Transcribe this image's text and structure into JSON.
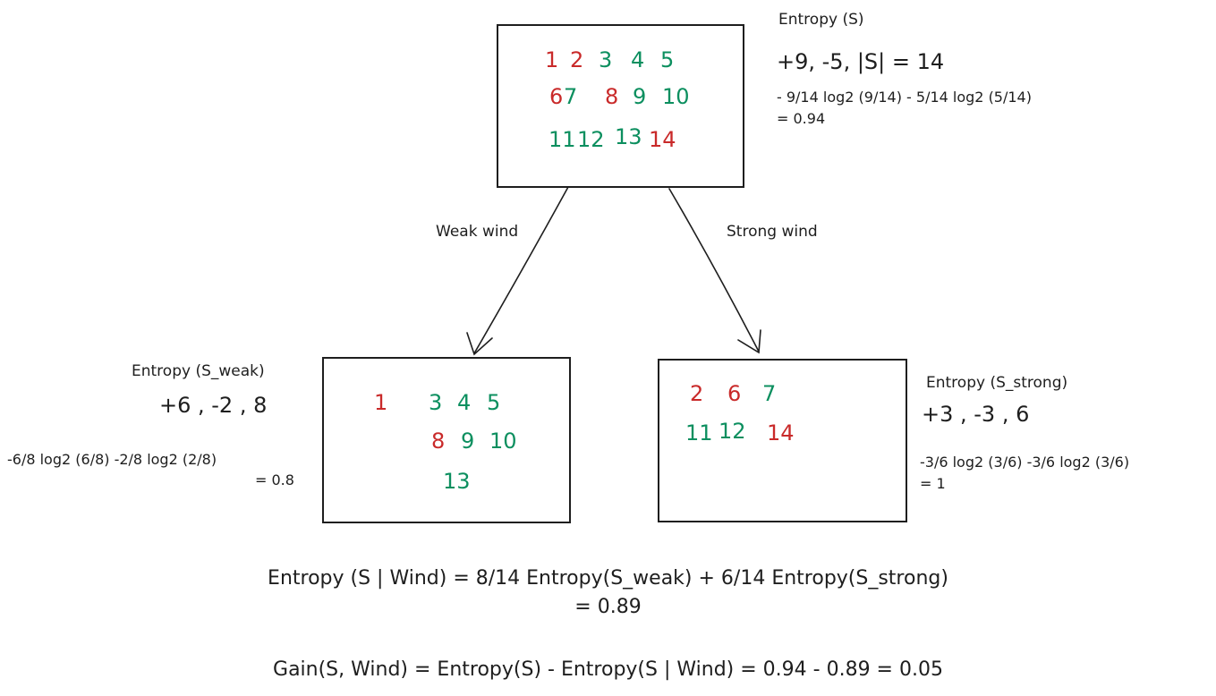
{
  "root": {
    "title": "Entropy (S)",
    "counts": "+9, -5, |S| = 14",
    "formula": "- 9/14 log2 (9/14) - 5/14 log2 (5/14)",
    "result": "= 0.94",
    "rows": [
      [
        {
          "t": "1",
          "c": "red"
        },
        {
          "t": "2",
          "c": "red"
        },
        {
          "t": "3",
          "c": "green"
        },
        {
          "t": "4",
          "c": "green"
        },
        {
          "t": "5",
          "c": "green"
        }
      ],
      [
        {
          "t": "6",
          "c": "red"
        },
        {
          "t": "7",
          "c": "green"
        },
        {
          "t": "8",
          "c": "red"
        },
        {
          "t": "9",
          "c": "green"
        },
        {
          "t": "10",
          "c": "green"
        }
      ],
      [
        {
          "t": "11",
          "c": "green"
        },
        {
          "t": "12",
          "c": "green"
        },
        {
          "t": "13",
          "c": "green"
        },
        {
          "t": "14",
          "c": "red"
        }
      ]
    ]
  },
  "edges": {
    "weak": "Weak wind",
    "strong": "Strong wind"
  },
  "weak": {
    "title": "Entropy (S_weak)",
    "counts": "+6 , -2 , 8",
    "formula": "-6/8 log2 (6/8) -2/8 log2 (2/8)",
    "result": "= 0.8",
    "items": [
      {
        "t": "1",
        "c": "red"
      },
      {
        "t": "3",
        "c": "green"
      },
      {
        "t": "4",
        "c": "green"
      },
      {
        "t": "5",
        "c": "green"
      },
      {
        "t": "8",
        "c": "red"
      },
      {
        "t": "9",
        "c": "green"
      },
      {
        "t": "10",
        "c": "green"
      },
      {
        "t": "13",
        "c": "green"
      }
    ]
  },
  "strong": {
    "title": "Entropy (S_strong)",
    "counts": "+3 , -3 , 6",
    "formula": "-3/6 log2 (3/6) -3/6 log2 (3/6)",
    "result": "= 1",
    "items": [
      {
        "t": "2",
        "c": "red"
      },
      {
        "t": "6",
        "c": "red"
      },
      {
        "t": "7",
        "c": "green"
      },
      {
        "t": "11",
        "c": "green"
      },
      {
        "t": "12",
        "c": "green"
      },
      {
        "t": "14",
        "c": "red"
      }
    ]
  },
  "summary": {
    "conditional": "Entropy (S | Wind) = 8/14 Entropy(S_weak) + 6/14 Entropy(S_strong)",
    "conditional_result": "= 0.89",
    "gain": "Gain(S, Wind) = Entropy(S) - Entropy(S | Wind) = 0.94 - 0.89 = 0.05"
  },
  "colors": {
    "red": "#c92a2a",
    "green": "#0c8f5f",
    "ink": "#1e1e1e"
  }
}
